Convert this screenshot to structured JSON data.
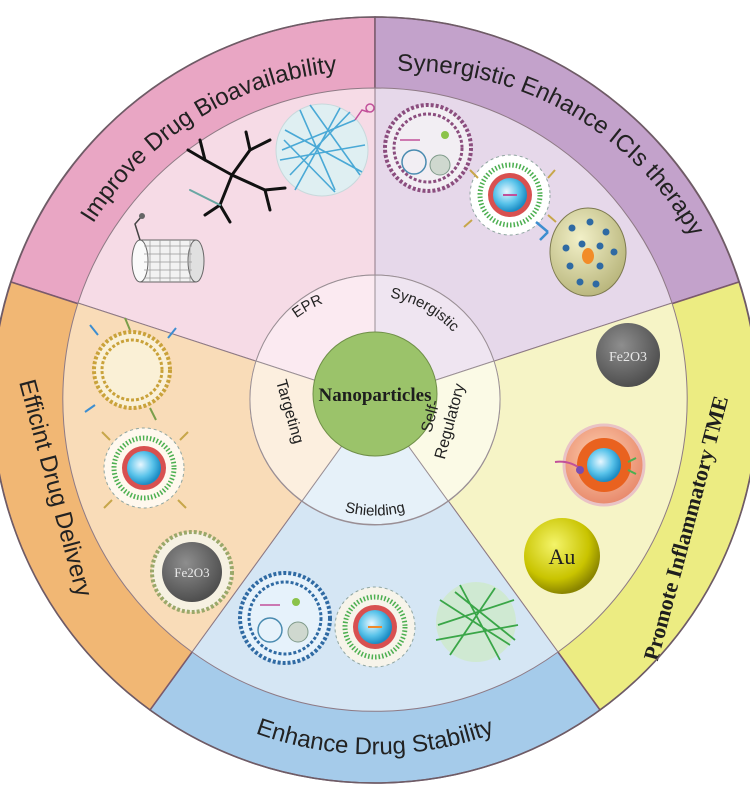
{
  "center": {
    "label": "Nanoparticles"
  },
  "inner_ring": [
    {
      "key": "epr",
      "label": "EPR"
    },
    {
      "key": "synergistic",
      "label": "Synergistic"
    },
    {
      "key": "self_regulatory",
      "label_line1": "Self-",
      "label_line2": "Regulatory"
    },
    {
      "key": "shielding",
      "label": "Shielding"
    },
    {
      "key": "targeting",
      "label": "Targeting"
    }
  ],
  "outer_ring": [
    {
      "key": "bioavailability",
      "label": "Improve Drug Bioavailability"
    },
    {
      "key": "ici",
      "label": "Synergistic Enhance ICIs therapy"
    },
    {
      "key": "tme",
      "label": "Promote Inflammatory TME"
    },
    {
      "key": "stability",
      "label": "Enhance Drug Stability"
    },
    {
      "key": "delivery",
      "label": "Efficint Drug Delivery"
    }
  ],
  "particle_labels": {
    "fe2o3_tme": "Fe2O3",
    "au_tme": "Au",
    "fe2o3_delivery": "Fe2O3"
  },
  "colors": {
    "bioavailability_band": "#e9a6c4",
    "bioavailability_fill": "#f6dbe6",
    "ici_band": "#c3a2cb",
    "ici_fill": "#e6d8ea",
    "tme_band": "#ecec82",
    "tme_fill": "#f6f4c6",
    "stability_band": "#a5cbea",
    "stability_fill": "#d5e6f4",
    "delivery_band": "#f1b774",
    "delivery_fill": "#f9dcb8",
    "center": "#9bc36a"
  }
}
